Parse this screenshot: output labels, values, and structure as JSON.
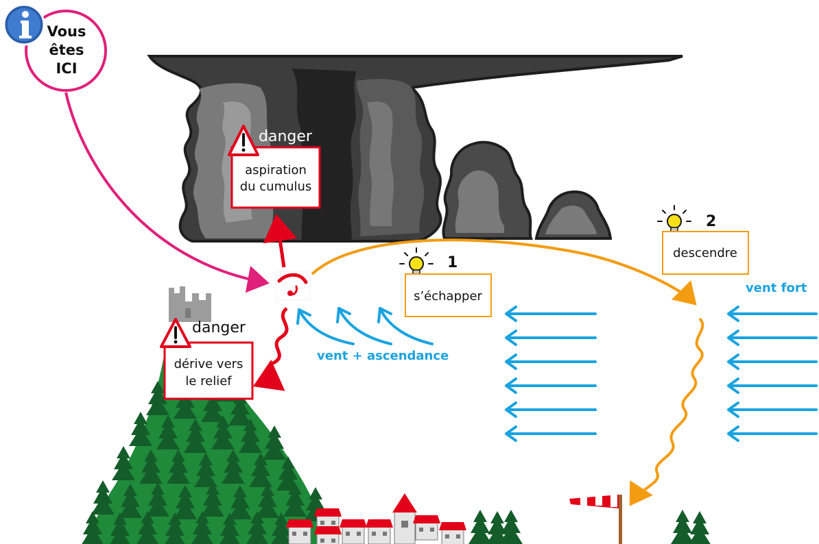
{
  "info_bubble": {
    "icon": "info-icon",
    "line1": "Vous",
    "line2": "êtes",
    "line3": "ICI"
  },
  "danger_cumulus": {
    "title": "danger",
    "line1": "aspiration",
    "line2": "du cumulus",
    "icon": "warning-icon"
  },
  "danger_relief": {
    "title": "danger",
    "line1": "dérive vers",
    "line2": "le relief",
    "icon": "warning-icon"
  },
  "tip1": {
    "number": "1",
    "label": "s’échapper",
    "icon": "lightbulb-icon"
  },
  "tip2": {
    "number": "2",
    "label": "descendre",
    "icon": "lightbulb-icon"
  },
  "wind_ascendance_label": "vent + ascendance",
  "strong_wind_label": "vent fort",
  "colors": {
    "magenta": "#e0207a",
    "danger_red": "#e2001a",
    "orange": "#f39c12",
    "wind_blue": "#1aa3e0",
    "forest_green": "#1f8a3a",
    "dark_tree": "#145c2a",
    "cloud_dark": "#3a3a3a",
    "cloud_mid": "#6a6a6a",
    "cloud_light": "#8c8c8c"
  }
}
